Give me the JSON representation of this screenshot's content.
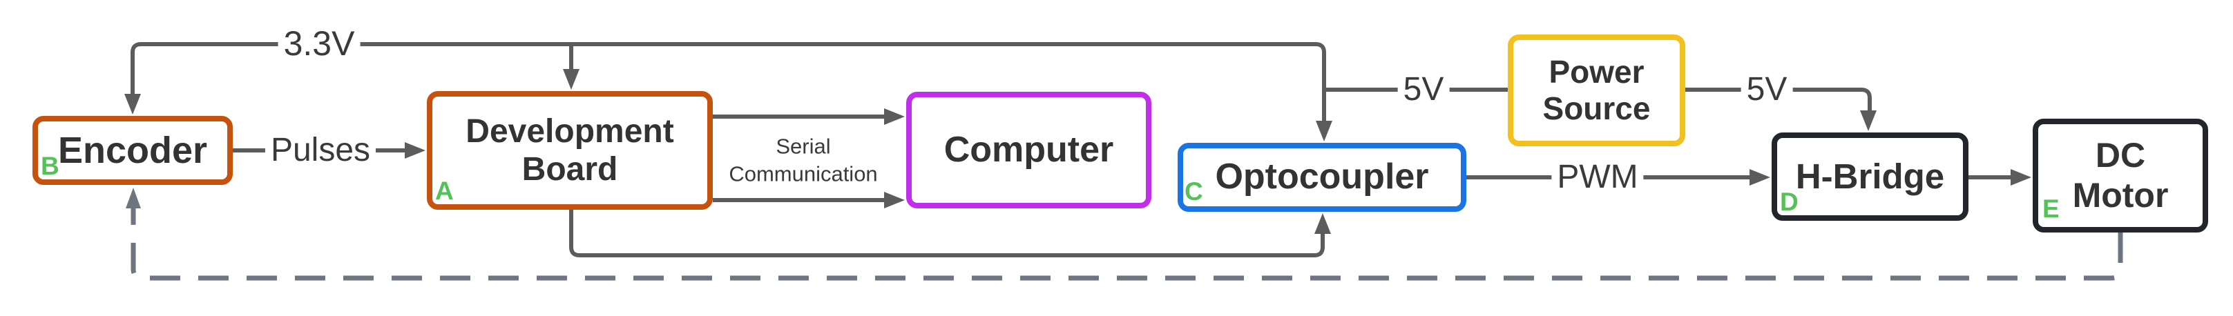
{
  "diagram": {
    "blocks": {
      "encoder": {
        "label": "Encoder",
        "letter": "B"
      },
      "development_board": {
        "line1": "Development",
        "line2": "Board",
        "letter": "A"
      },
      "computer": {
        "label": "Computer"
      },
      "optocoupler": {
        "label": "Optocoupler",
        "letter": "C"
      },
      "power_source": {
        "line1": "Power",
        "line2": "Source"
      },
      "h_bridge": {
        "label": "H-Bridge",
        "letter": "D"
      },
      "dc_motor": {
        "line1": "DC",
        "line2": "Motor",
        "letter": "E"
      }
    },
    "edge_labels": {
      "rail_33v": "3.3V",
      "pulses": "Pulses",
      "serial_line1": "Serial",
      "serial_line2": "Communication",
      "v5_left": "5V",
      "v5_right": "5V",
      "pwm": "PWM"
    },
    "colors": {
      "wire": "#5C5C5C",
      "feedback_wire": "#6C7580",
      "orange_border": "#C5520D",
      "purple_border": "#C030E8",
      "blue_border": "#1B74E4",
      "yellow_border": "#F2C11D",
      "dark_border": "#22262C",
      "letter_green": "#54C159",
      "text": "#333333"
    },
    "edges": [
      {
        "from": "3.3V rail",
        "to": "Encoder",
        "style": "solid-arrow"
      },
      {
        "from": "3.3V rail",
        "to": "Development Board",
        "style": "solid-arrow"
      },
      {
        "from": "3.3V rail",
        "to": "Optocoupler",
        "style": "solid-arrow"
      },
      {
        "from": "Encoder",
        "to": "Development Board",
        "label": "Pulses",
        "style": "solid-arrow"
      },
      {
        "from": "Development Board",
        "to": "Computer",
        "label": "Serial Communication",
        "style": "two-solid-arrows"
      },
      {
        "from": "Power Source",
        "to": "Optocoupler rail",
        "label": "5V",
        "style": "solid"
      },
      {
        "from": "Power Source",
        "to": "H-Bridge",
        "label": "5V",
        "style": "solid-arrow"
      },
      {
        "from": "Optocoupler",
        "to": "H-Bridge",
        "label": "PWM",
        "style": "solid-arrow"
      },
      {
        "from": "H-Bridge",
        "to": "DC Motor",
        "style": "solid-arrow"
      },
      {
        "from": "Development Board",
        "to": "Optocoupler",
        "style": "solid-arrow"
      },
      {
        "from": "DC Motor",
        "to": "Encoder",
        "style": "dashed-arrow"
      }
    ]
  }
}
